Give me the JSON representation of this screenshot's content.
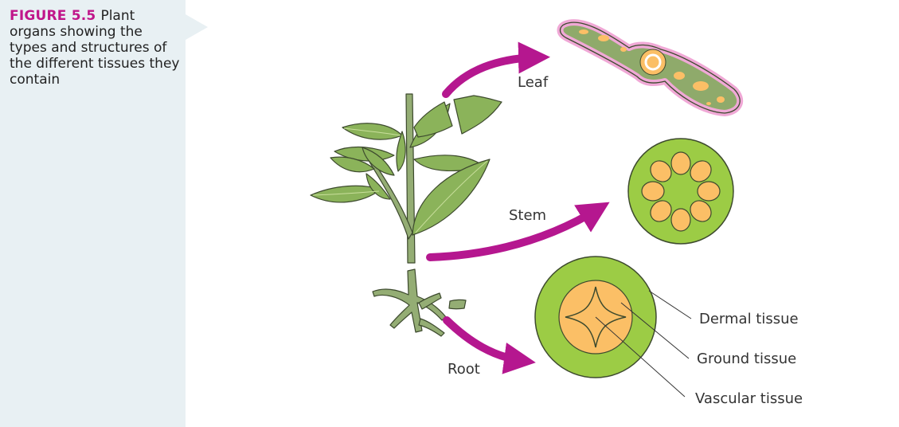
{
  "caption": {
    "figure_label": "FIGURE 5.5",
    "text": "Plant organs showing the types and structures of the different tissues they contain"
  },
  "organs": {
    "leaf": "Leaf",
    "stem": "Stem",
    "root": "Root"
  },
  "tissues": {
    "dermal": "Dermal tissue",
    "ground": "Ground tissue",
    "vascular": "Vascular tissue"
  },
  "colors": {
    "arrow": "#b5178f",
    "plant": "#94ad74",
    "plant_outline": "#3d4a2e",
    "ground": "#9ccc45",
    "vascular": "#fbbf66",
    "leaf_section": "#8faa6b",
    "leaf_outline": "#f0a8d6",
    "sidebar": "#e8f0f3"
  }
}
